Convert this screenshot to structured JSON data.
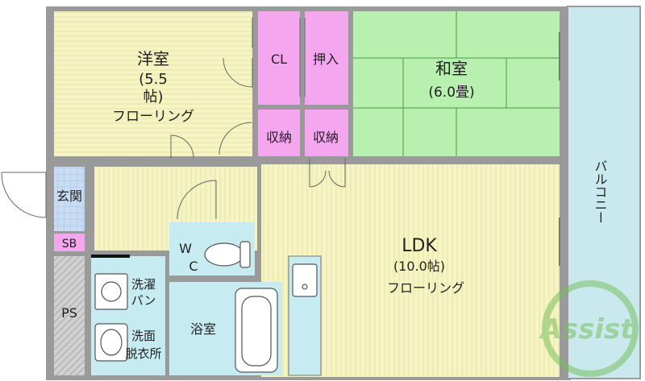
{
  "rooms": {
    "western": {
      "name": "洋室",
      "size_line1": "(5.5",
      "size_line2": "帖)",
      "floor": "フローリング"
    },
    "closet": {
      "name": "CL"
    },
    "oshiire": {
      "name": "押入"
    },
    "japanese": {
      "name": "和室",
      "size": "(6.0畳)"
    },
    "storage_left": {
      "name": "収納"
    },
    "storage_right": {
      "name": "収納"
    },
    "entrance": {
      "name": "玄関"
    },
    "shoebox": {
      "name": "SB"
    },
    "pipe_space": {
      "name": "PS"
    },
    "wc": {
      "name_line1": "W",
      "name_line2": "C"
    },
    "laundry": {
      "name_line1": "洗濯",
      "name_line2": "パン"
    },
    "washroom": {
      "name_line1": "洗面",
      "name_line2": "脱衣所"
    },
    "bath": {
      "name": "浴室"
    },
    "ldk": {
      "name": "LDK",
      "size": "(10.0帖)",
      "floor": "フローリング"
    },
    "balcony": {
      "name": "バルコニー"
    }
  },
  "watermark": {
    "text": "Assist"
  },
  "colors": {
    "wall": "#9a9a9a",
    "wood_floor": "#f6f4c2",
    "tatami": "#b8f0b0",
    "storage": "#f4a6ee",
    "wet_area": "#c6ecf2",
    "entrance_tile": "#c8ddf4",
    "balcony": "#c9e9ef",
    "watermark": "#78c060"
  }
}
